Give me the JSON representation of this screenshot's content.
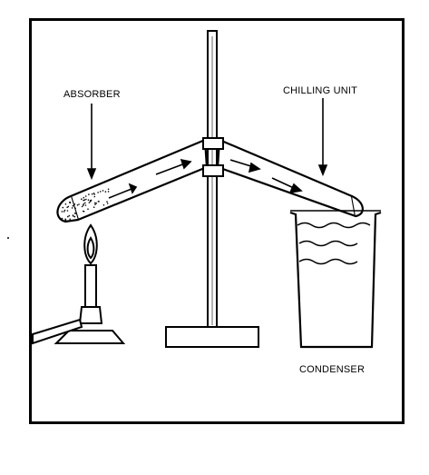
{
  "labels": {
    "absorber": "ABSORBER",
    "chilling_unit": "CHILLING UNIT",
    "condenser": "CONDENSER"
  },
  "colors": {
    "ink": "#000000",
    "paper": "#ffffff"
  }
}
